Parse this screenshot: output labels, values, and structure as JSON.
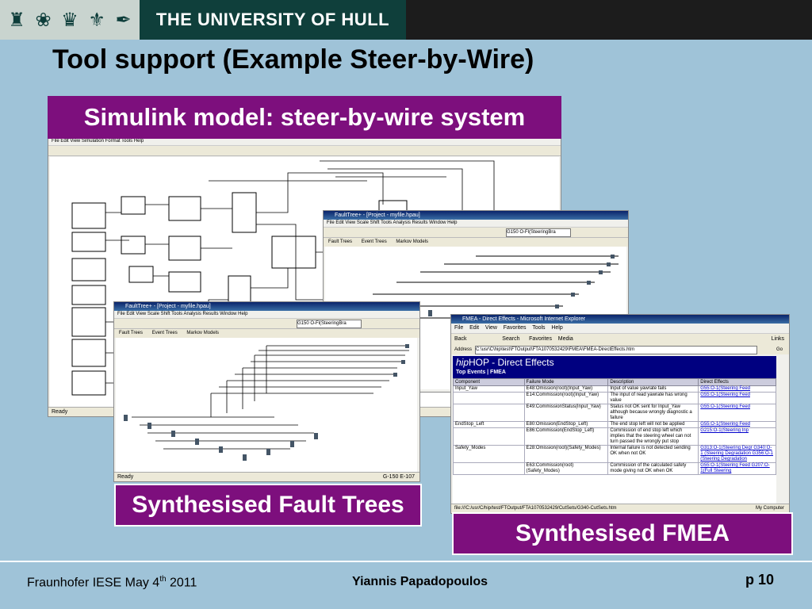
{
  "header": {
    "logo_icons": [
      "heraldic-icon",
      "rose-icon",
      "crown-icon",
      "fleur-de-lis-icon",
      "bird-icon"
    ],
    "university": "THE UNIVERSITY OF HULL"
  },
  "slide": {
    "title": "Tool support (Example Steer-by-Wire)",
    "label_simulink": "Simulink model: steer-by-wire system",
    "label_fault_trees": "Synthesised Fault Trees",
    "label_fmea": "Synthesised FMEA"
  },
  "simulink_window": {
    "menu": "File   Edit   View   Simulation   Format   Tools   Help",
    "status": "Ready"
  },
  "ft_window_back": {
    "title": "FaultTree+ - [Project - myfile.hpau]",
    "menu": "File  Edit  View  Scale  Shift  Tools  Analysis  Results  Window  Help",
    "combo": "G150 O-Fl(SteeringBra",
    "tabs": [
      "Fault Trees",
      "Event Trees",
      "Markov Models"
    ]
  },
  "ft_window_front": {
    "title": "FaultTree+ - [Project - myfile.hpau]",
    "menu": "File  Edit  View  Scale  Shift  Tools  Analysis  Results  Window  Help",
    "combo": "G150 O-Fl(SteeringBra",
    "tabs": [
      "Fault Trees",
      "Event Trees",
      "Markov Models"
    ],
    "status": "Ready",
    "status_right": "G-150 E-107"
  },
  "ie_window": {
    "title": "FMEA - Direct Effects - Microsoft Internet Explorer",
    "menu": [
      "File",
      "Edit",
      "View",
      "Favorites",
      "Tools",
      "Help"
    ],
    "toolbar": [
      "Back",
      "Search",
      "Favorites",
      "Media"
    ],
    "links": "Links",
    "address_label": "Address",
    "address": "C:\\usr\\C\\hip\\test\\FTOutput\\FTA1070532429\\FMEA\\FMEA-DirectEffects.htm",
    "go": "Go",
    "page_title_em": "hip",
    "page_title_rest": "HOP - Direct Effects",
    "page_nav": "Top Events   |   FMEA",
    "columns": [
      "Component",
      "Failure Mode",
      "Description",
      "Direct Effects"
    ],
    "rows": [
      [
        "Input_Yaw",
        "E48:Omission(root)(Input_Yaw)",
        "Input of value yawrate fails",
        "G55:O-1(Steering Feed"
      ],
      [
        "",
        "E14:Commission(root)(Input_Yaw)",
        "The input of read yawrate has wrong value",
        "G55:O-1(Steering Feed"
      ],
      [
        "",
        "E49:CommissionStatus(Input_Yaw)",
        "Status not OK sent for Input_Yaw although because wrongly diagnostic a failure",
        "G55:O-1(Steering Feed"
      ],
      [
        "EndStop_Left",
        "E80:Omission(EndStop_Left)",
        "The end stop left will not be applied",
        "G55:O-1(Steering Feed"
      ],
      [
        "",
        "E86:Commission(EndStop_Left)",
        "Commission of end stop left which implies that the steering wheel can not turn passed the wrongly put stop",
        "G215:O-1(Steering Inp"
      ],
      [
        "Safety_Modes",
        "E28:Omission(root)(Safety_Modes)",
        "Internal failure is not detected sending OK when not OK",
        "G313:O-1(Steering Degr G340:O-1 (Steering Degradation G356:O-1 (Steering Degradation"
      ],
      [
        "",
        "E63:Commission(root)(Safety_Modes)",
        "Commission of the calculated safety mode giving not OK when OK",
        "G55:O-1(Steering Feed G207:O-1(Full Steering"
      ]
    ],
    "status": "file:///C:/usr/C/hip/test/FTOutput/FTA1070532429/CutSets/G340-CutSets.htm",
    "status_right": "My Computer"
  },
  "footer": {
    "left_prefix": "Fraunhofer IESE May 4",
    "left_sup": "th",
    "left_suffix": " 2011",
    "center": "Yiannis Papadopoulos",
    "page": "p 10"
  }
}
